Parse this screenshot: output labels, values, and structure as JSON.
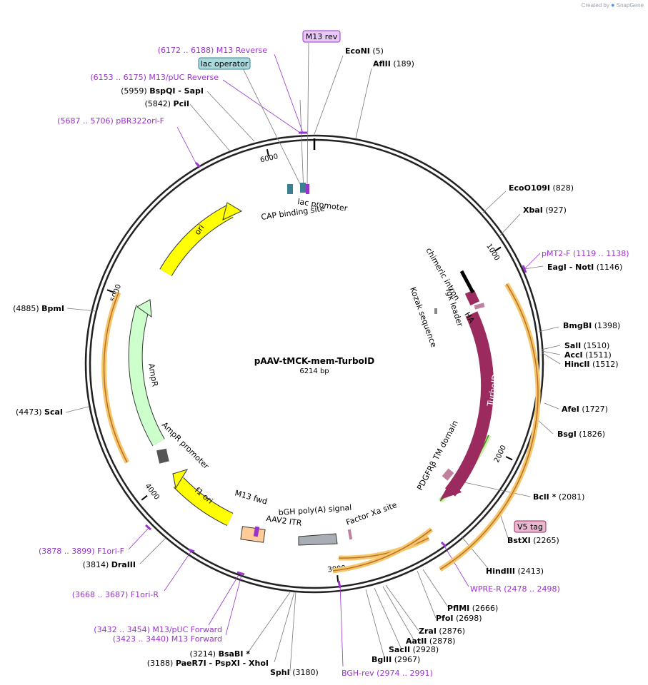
{
  "credit": {
    "prefix": "Created by",
    "brand": "SnapGene"
  },
  "plasmid": {
    "name": "pAAV-tMCK-mem-TurboID",
    "length_label": "6214 bp",
    "length": 6214
  },
  "colors": {
    "primer": "#9933cc",
    "site": "#000000",
    "orf_orange": "#f0a030",
    "feature_magenta": "#9b2a5e",
    "ori_yellow": "#ffff00",
    "ampr_green": "#ccffcc",
    "tick_line": "#777777"
  },
  "ring_ticks": [
    {
      "pos": 1000,
      "label": "1000"
    },
    {
      "pos": 2000,
      "label": "2000"
    },
    {
      "pos": 3000,
      "label": "3000"
    },
    {
      "pos": 4000,
      "label": "4000"
    },
    {
      "pos": 5000,
      "label": "5000"
    },
    {
      "pos": 6000,
      "label": "6000"
    }
  ],
  "sites": [
    {
      "name": "EcoNI",
      "pos": "(5)",
      "side": "right"
    },
    {
      "name": "AflII",
      "pos": "(189)",
      "side": "right"
    },
    {
      "name": "EcoO109I",
      "pos": "(828)",
      "side": "right"
    },
    {
      "name": "XbaI",
      "pos": "(927)",
      "side": "right"
    },
    {
      "name": "EagI - NotI",
      "pos": "(1146)",
      "side": "right"
    },
    {
      "name": "BmgBI",
      "pos": "(1398)",
      "side": "right"
    },
    {
      "name": "SalI",
      "pos": "(1510)",
      "side": "right"
    },
    {
      "name": "AccI",
      "pos": "(1511)",
      "side": "right"
    },
    {
      "name": "HincII",
      "pos": "(1512)",
      "side": "right"
    },
    {
      "name": "AfeI",
      "pos": "(1727)",
      "side": "right"
    },
    {
      "name": "BsgI",
      "pos": "(1826)",
      "side": "right"
    },
    {
      "name": "BclI *",
      "pos": "(2081)",
      "side": "right"
    },
    {
      "name": "BstXI",
      "pos": "(2265)",
      "side": "right"
    },
    {
      "name": "HindIII",
      "pos": "(2413)",
      "side": "right"
    },
    {
      "name": "PflMI",
      "pos": "(2666)",
      "side": "right"
    },
    {
      "name": "PfoI",
      "pos": "(2698)",
      "side": "right"
    },
    {
      "name": "ZraI",
      "pos": "(2876)",
      "side": "right"
    },
    {
      "name": "AatII",
      "pos": "(2878)",
      "side": "right"
    },
    {
      "name": "SacII",
      "pos": "(2928)",
      "side": "right"
    },
    {
      "name": "BglII",
      "pos": "(2967)",
      "side": "right"
    },
    {
      "name": "SphI",
      "pos": "(3180)",
      "side": "right"
    },
    {
      "name": "PaeR7I - PspXI - XhoI",
      "pos": "(3188)",
      "side": "left"
    },
    {
      "name": "BsaBI *",
      "pos": "(3214)",
      "side": "left"
    },
    {
      "name": "DraIII",
      "pos": "(3814)",
      "side": "left"
    },
    {
      "name": "ScaI",
      "pos": "(4473)",
      "side": "left"
    },
    {
      "name": "BpmI",
      "pos": "(4885)",
      "side": "left"
    },
    {
      "name": "PciI",
      "pos": "(5842)",
      "side": "left"
    },
    {
      "name": "BspQI - SapI",
      "pos": "(5959)",
      "side": "left"
    }
  ],
  "primers": [
    {
      "name": "M13 Reverse",
      "range": "(6172 .. 6188)",
      "side": "left"
    },
    {
      "name": "M13/pUC Reverse",
      "range": "(6153 .. 6175)",
      "side": "left"
    },
    {
      "name": "pBR322ori-F",
      "range": "(5687 .. 5706)",
      "side": "left"
    },
    {
      "name": "pMT2-F",
      "range": "(1119 .. 1138)",
      "side": "right"
    },
    {
      "name": "WPRE-R",
      "range": "(2478 .. 2498)",
      "side": "right"
    },
    {
      "name": "BGH-rev",
      "range": "(2974 .. 2991)",
      "side": "right"
    },
    {
      "name": "M13/pUC Forward",
      "range": "(3432 .. 3454)",
      "side": "left"
    },
    {
      "name": "M13 Forward",
      "range": "(3423 .. 3440)",
      "side": "left"
    },
    {
      "name": "F1ori-R",
      "range": "(3668 .. 3687)",
      "side": "left"
    },
    {
      "name": "F1ori-F",
      "range": "(3878 .. 3899)",
      "side": "left"
    }
  ],
  "boxed_labels": [
    {
      "name": "M13 rev"
    },
    {
      "name": "lac operator"
    },
    {
      "name": "V5 tag"
    }
  ],
  "features": [
    {
      "name": "ori"
    },
    {
      "name": "AmpR"
    },
    {
      "name": "AmpR promoter"
    },
    {
      "name": "f1 ori"
    },
    {
      "name": "M13 fwd"
    },
    {
      "name": "AAV2 ITR"
    },
    {
      "name": "bGH poly(A) signal"
    },
    {
      "name": "Factor Xa site"
    },
    {
      "name": "TurboID"
    },
    {
      "name": "PDGFRβ TM domain"
    },
    {
      "name": "chimeric intron"
    },
    {
      "name": "Igκ leader"
    },
    {
      "name": "HA"
    },
    {
      "name": "Kozak sequence"
    },
    {
      "name": "lac promoter"
    },
    {
      "name": "CAP binding site"
    }
  ]
}
